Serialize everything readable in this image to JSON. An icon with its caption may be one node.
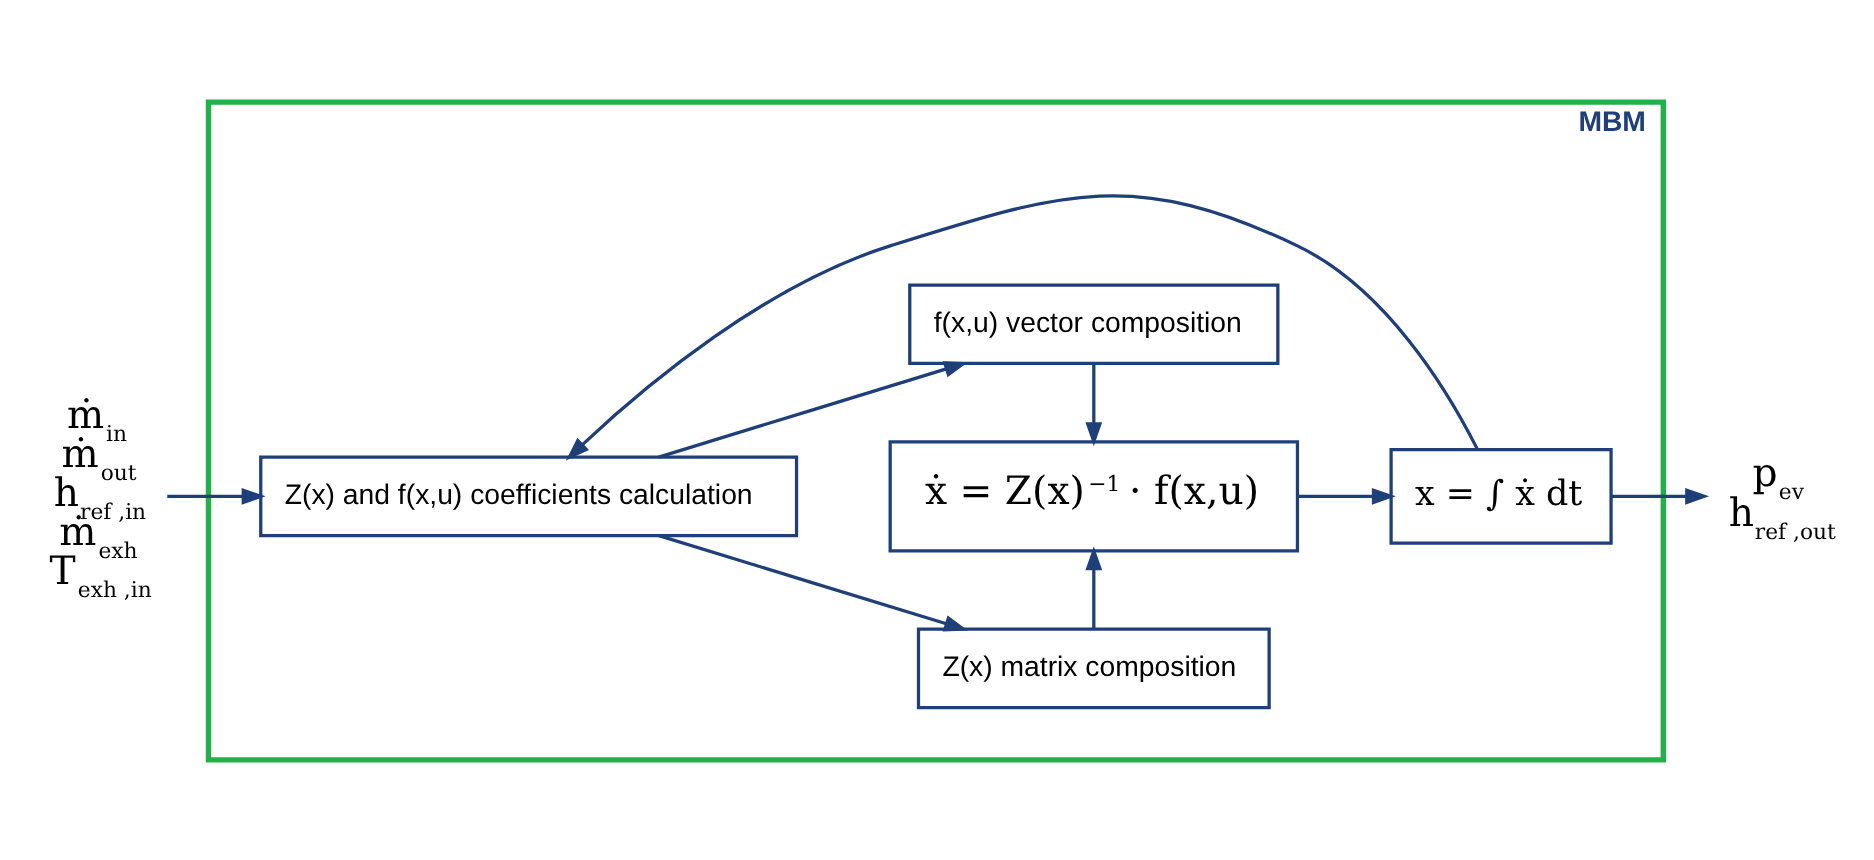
{
  "diagram": {
    "nodes": [
      {
        "text": [
          "MBM"
        ]
      },
      {
        "text": [
          "Z(x) and f(x,u) coefficients calculation"
        ],
        "in": 0
      },
      {
        "text": [
          "Z(x) matrix composition"
        ],
        "in": 0
      },
      {
        "text": [
          "ẋ = Z(x)$^{−1}$ · f(x,u)"
        ],
        "in": 0
      },
      {
        "text": [
          "f(x,u) vector composition"
        ],
        "in": 0
      },
      {
        "text": [
          "x = ∫ ẋ dt"
        ],
        "in": 0
      },
      {
        "text": [
          "ṁ$_{in}$",
          "ṁ$_{out}$",
          "h$_{ref ,in}$",
          "ṁ$_{exh}$",
          "T$_{exh ,in}$"
        ]
      },
      {
        "text": [
          "p$_{ev}$",
          "h$_{ref ,out}$"
        ]
      }
    ],
    "edges": [
      {
        "from": 6,
        "to": 1,
        "arrow": "to"
      },
      {
        "from": 1,
        "to": 2,
        "arrow": "to"
      },
      {
        "from": 1,
        "to": 4,
        "arrow": "to"
      },
      {
        "from": 2,
        "to": 3,
        "arrow": "to"
      },
      {
        "from": 4,
        "to": 3,
        "arrow": "to"
      },
      {
        "from": 3,
        "to": 5,
        "arrow": "to"
      },
      {
        "from": 5,
        "to": 7,
        "arrow": "to"
      },
      {
        "from": 5,
        "to": 1,
        "arrow": "to"
      }
    ]
  }
}
